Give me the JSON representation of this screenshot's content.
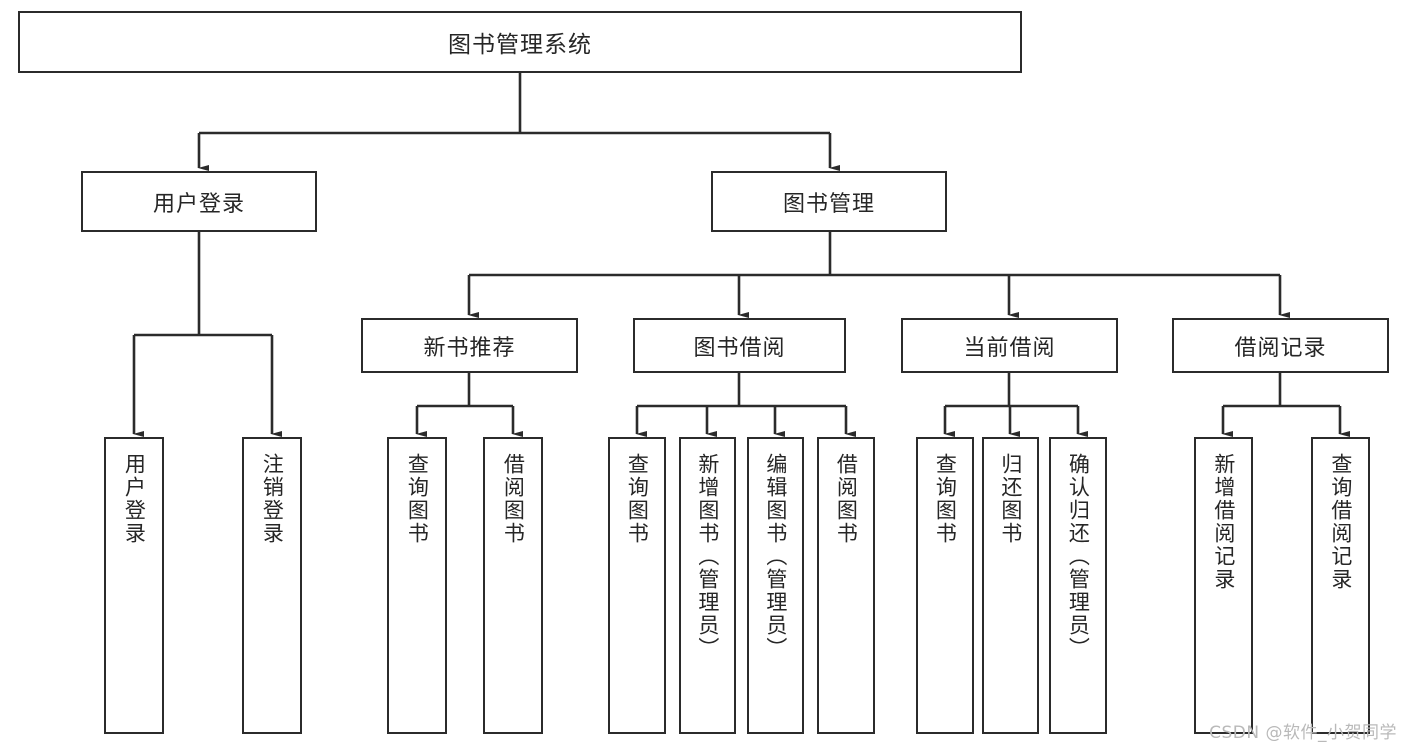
{
  "diagram": {
    "title": "图书管理系统",
    "type": "tree-hierarchy",
    "root": {
      "label": "图书管理系统"
    },
    "level2": [
      {
        "label": "用户登录"
      },
      {
        "label": "图书管理"
      }
    ],
    "level3": [
      {
        "label": "新书推荐"
      },
      {
        "label": "图书借阅"
      },
      {
        "label": "当前借阅"
      },
      {
        "label": "借阅记录"
      }
    ],
    "leaves": {
      "user_login": [
        {
          "label": "用户登录"
        },
        {
          "label": "注销登录"
        }
      ],
      "new_book_recommend": [
        {
          "label": "查询图书"
        },
        {
          "label": "借阅图书"
        }
      ],
      "book_borrow": [
        {
          "label": "查询图书"
        },
        {
          "label": "新增图书（管理员）"
        },
        {
          "label": "编辑图书（管理员）"
        },
        {
          "label": "借阅图书"
        }
      ],
      "current_borrow": [
        {
          "label": "查询图书"
        },
        {
          "label": "归还图书"
        },
        {
          "label": "确认归还（管理员）"
        }
      ],
      "borrow_record": [
        {
          "label": "新增借阅记录"
        },
        {
          "label": "查询借阅记录"
        }
      ]
    },
    "colors": {
      "stroke": "#2b2b2b",
      "fill": "#ffffff",
      "text": "#262626",
      "watermark": "#b9b9b9"
    }
  },
  "watermark": {
    "text": "CSDN @软件_小贺同学"
  }
}
